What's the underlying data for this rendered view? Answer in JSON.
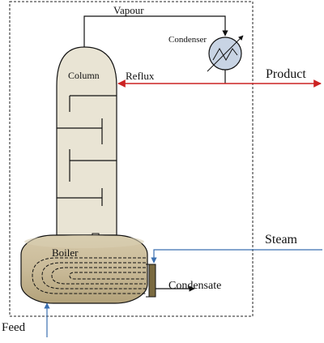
{
  "labels": {
    "vapour": "Vapour",
    "condenser": "Condenser",
    "column": "Column",
    "reflux": "Reflux",
    "product": "Product",
    "boiler": "Boiler",
    "steam": "Steam",
    "condensate": "Condensate",
    "feed": "Feed"
  },
  "colors": {
    "vessel_fill": "#E9E4D4",
    "boiler_fill": "#C9BA98",
    "boiler_shade": "#A9966E",
    "condenser_fill": "#C8D4E4",
    "product_arrow": "#CC2222",
    "steam_line": "#3A6FB0",
    "feed_line": "#3A6FB0",
    "outline": "#111111",
    "trap_fill": "#7A6A40"
  }
}
